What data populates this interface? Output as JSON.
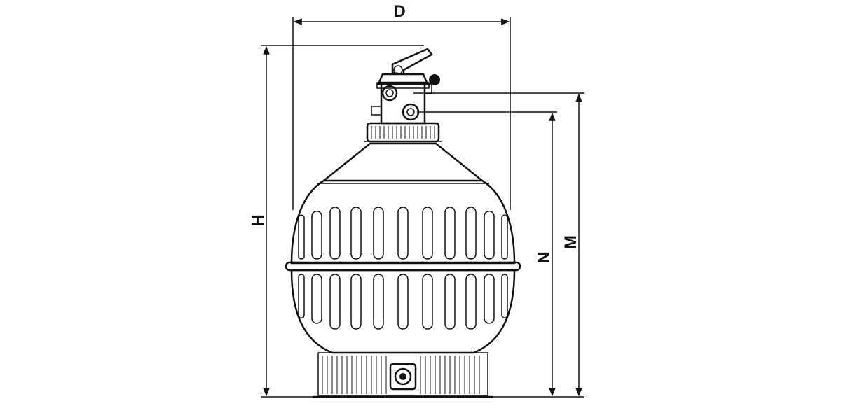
{
  "diagram": {
    "labels": {
      "width": "D",
      "total_height": "H",
      "outlet_height": "M",
      "inlet_height": "N"
    },
    "colors": {
      "ink": "#111111",
      "body_fill": "#ffffff",
      "background": "#ffffff"
    },
    "icons": [
      "sand-filter-tank",
      "multiport-valve",
      "drain-plug"
    ]
  }
}
